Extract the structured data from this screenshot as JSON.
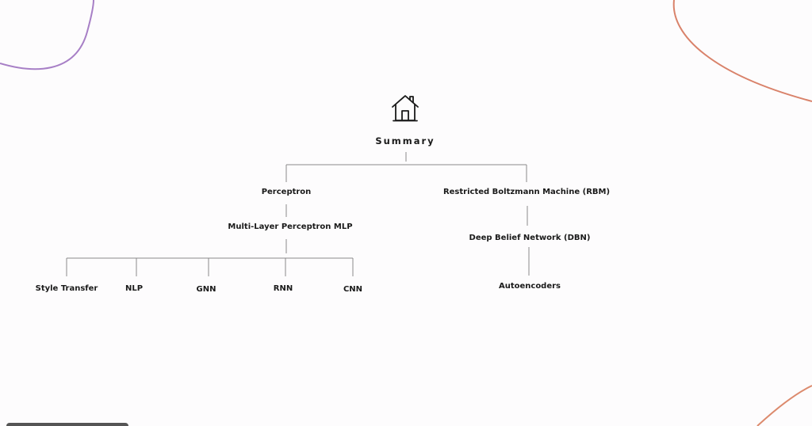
{
  "root": {
    "label": "Summary",
    "icon": "home-icon"
  },
  "nodes": {
    "perceptron": "Perceptron",
    "mlp": "Multi-Layer Perceptron MLP",
    "style_transfer": "Style Transfer",
    "nlp": "NLP",
    "gnn": "GNN",
    "rnn": "RNN",
    "cnn": "CNN",
    "rbm": "Restricted Boltzmann Machine (RBM)",
    "dbn": "Deep Belief Network (DBN)",
    "autoencoders": "Autoencoders"
  },
  "colors": {
    "line": "#8a8a8a",
    "text": "#1a1a1a",
    "decor_left": "#9a6fc0",
    "decor_right_top": "#d9826a",
    "decor_right_bottom": "#d98a6a"
  }
}
